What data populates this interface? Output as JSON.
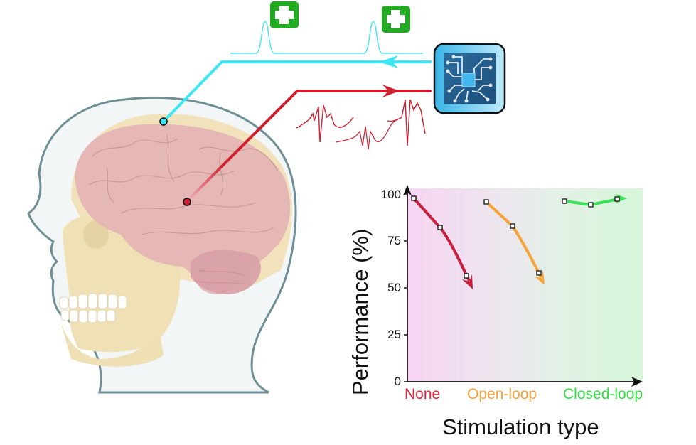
{
  "figure": {
    "description": "Closed-loop neurostimulation schematic: brain recording fed into a processor chip which triggers stimulation pulses",
    "icons": {
      "processor": "microchip-icon",
      "stimulus_marker": "green-plus-icon",
      "head": "human-head-skull-brain-illustration"
    },
    "colors": {
      "stimulation_line": "#3fe0f0",
      "recording_line": "#cc1f2f",
      "chip_fill": "#1f5f8f",
      "chip_core": "#41b4ec",
      "plus_badge": "#22aa22"
    }
  },
  "chart_data": {
    "type": "line",
    "title": "",
    "xlabel": "Stimulation type",
    "ylabel": "Performance (%)",
    "ylim": [
      0,
      100
    ],
    "yticks": [
      0,
      25,
      50,
      75,
      100
    ],
    "categories": [
      "None",
      "Open-loop",
      "Closed-loop"
    ],
    "category_colors": [
      "#e8223a",
      "#f7a03c",
      "#33dd44"
    ],
    "grid": false,
    "legend": "none",
    "background": "gradient pink-to-grey-to-green",
    "series": [
      {
        "name": "None",
        "color": "#c81e3c",
        "values": [
          98,
          82,
          56
        ],
        "trend": "decreasing"
      },
      {
        "name": "Open-loop",
        "color": "#f6a43a",
        "values": [
          96,
          83,
          57
        ],
        "trend": "decreasing"
      },
      {
        "name": "Closed-loop",
        "color": "#3ee05a",
        "values": [
          96,
          94,
          97
        ],
        "trend": "stable"
      }
    ]
  },
  "labels": {
    "ytick_0": "0",
    "ytick_25": "25",
    "ytick_50": "50",
    "ytick_75": "75",
    "ytick_100": "100",
    "cat_none": "None",
    "cat_open": "Open-loop",
    "cat_closed": "Closed-loop",
    "xlabel": "Stimulation type",
    "ylabel": "Performance (%)"
  }
}
